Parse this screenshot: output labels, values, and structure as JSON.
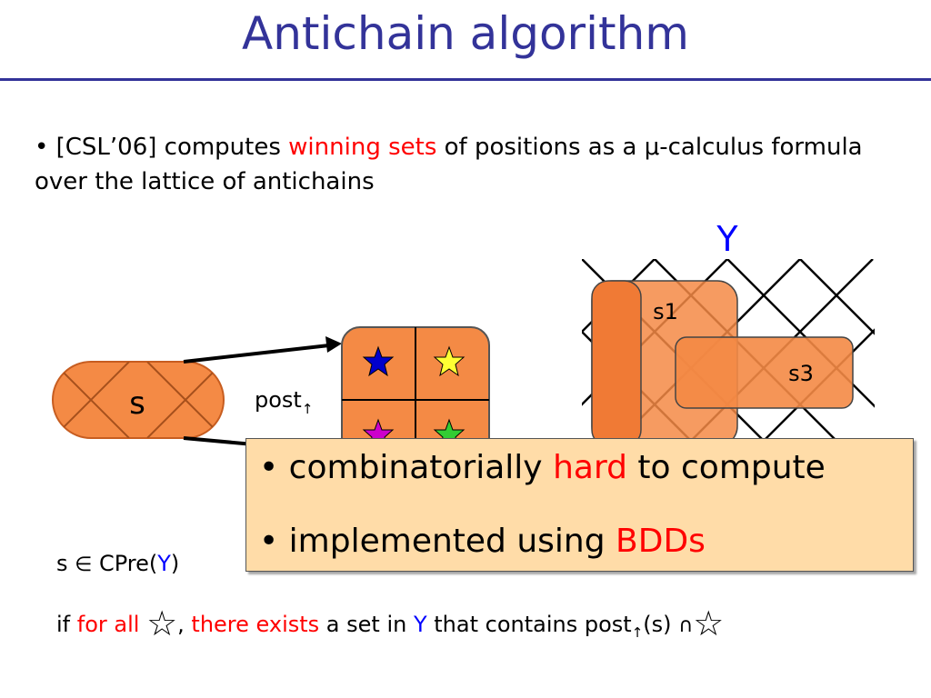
{
  "slide": {
    "title": "Antichain algorithm",
    "bullet1": {
      "prefix": "• [CSL’06] computes ",
      "highlight": "winning sets",
      "suffix": " of positions as a μ-calculus formula over the lattice of antichains"
    },
    "diagram": {
      "s_label": "s",
      "post_label": "post",
      "post_sub": "↑",
      "y_label": "Y",
      "s1_label": "s1",
      "s3_label": "s3",
      "star_colors": [
        "#0000cc",
        "#ffff33",
        "#cc00cc",
        "#33cc33"
      ],
      "accent_fill": "#f48a45"
    },
    "callout": {
      "b1_prefix": "• combinatorially ",
      "b1_highlight": "hard",
      "b1_suffix": " to compute",
      "b2_prefix": "• implemented using ",
      "b2_highlight": "BDDs"
    },
    "cpre": {
      "prefix": "s ",
      "elem": "∈",
      "func": " CPre(",
      "arg": "Y",
      "close": ")"
    },
    "condition": {
      "if": "if ",
      "for_all": "for all",
      "star": "☆",
      "comma": ", ",
      "there_exists": "there exists",
      "middle": " a set in ",
      "y": "Y",
      "contains": " that contains ",
      "post": "post",
      "post_sub": "↑",
      "arg": "(s) ",
      "cap": "∩",
      "star2": "☆"
    }
  }
}
